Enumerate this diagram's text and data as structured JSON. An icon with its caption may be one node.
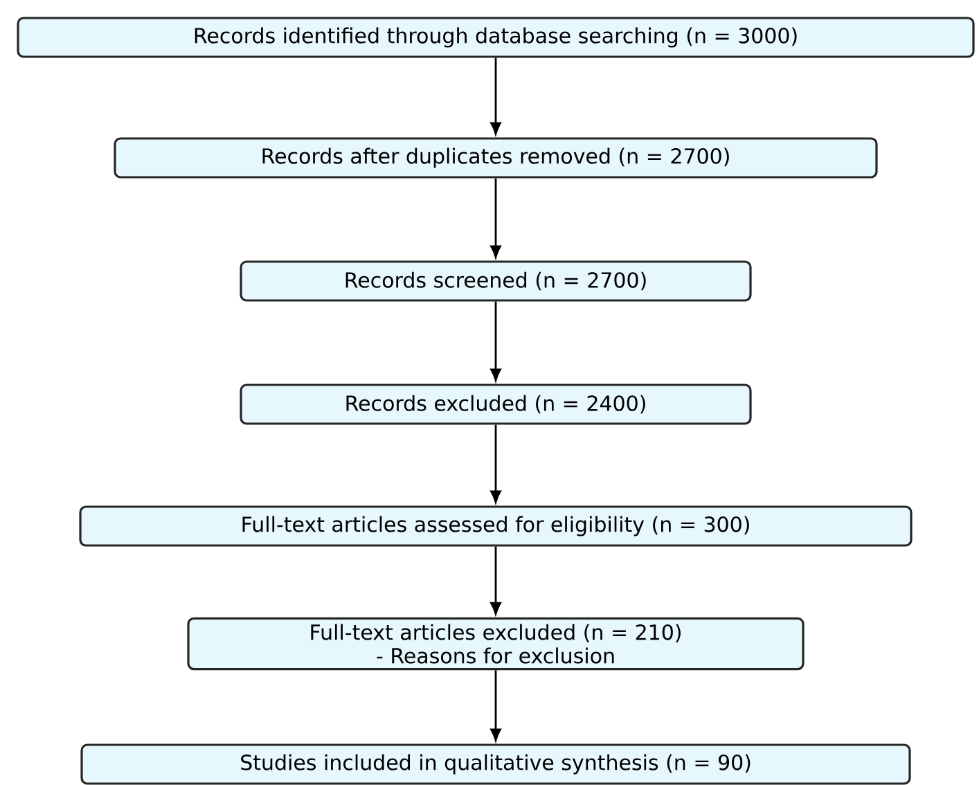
{
  "diagram": {
    "nodes": [
      {
        "text": [
          "Records identified through database searching (n = 3000)"
        ]
      },
      {
        "text": [
          "Records after duplicates removed (n = 2700)"
        ]
      },
      {
        "text": [
          "Records screened (n = 2700)"
        ]
      },
      {
        "text": [
          "Records excluded (n = 2400)"
        ]
      },
      {
        "text": [
          "Full-text articles assessed for eligibility (n = 300)"
        ]
      },
      {
        "text": [
          "Full-text articles excluded (n = 210)",
          "- Reasons for exclusion"
        ]
      },
      {
        "text": [
          "Studies included in qualitative synthesis (n = 90)"
        ]
      }
    ],
    "edges": [
      {
        "from": 0,
        "to": 1,
        "arrow": "to"
      },
      {
        "from": 1,
        "to": 2,
        "arrow": "to"
      },
      {
        "from": 2,
        "to": 3,
        "arrow": "to"
      },
      {
        "from": 3,
        "to": 4,
        "arrow": "to"
      },
      {
        "from": 4,
        "to": 5,
        "arrow": "to"
      },
      {
        "from": 5,
        "to": 6,
        "arrow": "to"
      }
    ]
  }
}
